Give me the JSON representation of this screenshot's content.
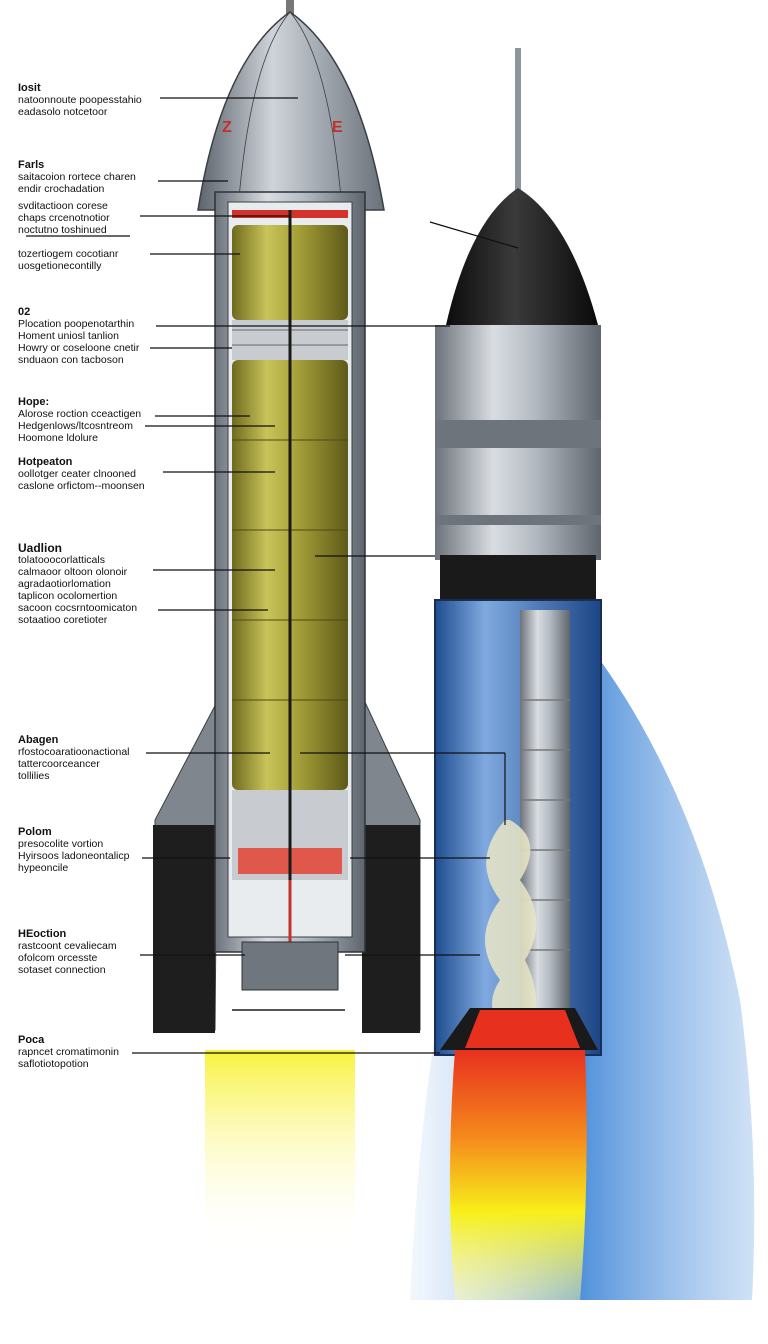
{
  "labels": [
    {
      "head": "Iosit",
      "lines": [
        "natoonnoute poopesstahio",
        "eadasolo notcetoor"
      ]
    },
    {
      "head": "Farls",
      "lines": [
        "saitacoion rortece charen",
        "endir crochadation"
      ]
    },
    {
      "head": "",
      "lines": [
        "svditactioon corese",
        "chaps crcenotnotior",
        "noctutno toshinued"
      ]
    },
    {
      "head": "",
      "lines": [
        "tozertiogem cocotianr",
        "uosgetionecontilly"
      ]
    },
    {
      "head": "02",
      "lines": [
        "Plocation  poopenotarthin",
        "Homent uniosl  tanlion",
        "Howry or coseloone cnetir",
        "snduaon con tacboson"
      ]
    },
    {
      "head": "Hope:",
      "lines": [
        "Alorose roction cceactigen",
        "Hedgenlows/ltcosntreom",
        "Hoomone ldolure"
      ]
    },
    {
      "head": "Hotpeaton",
      "lines": [
        "oollotger ceater clnooned",
        "caslone orfictom--moonsen"
      ]
    },
    {
      "head": "Uadlion",
      "lines": [
        "tolatooocorlatticals",
        "calmaoor oltoon olonoir",
        "agradaotiorlomation",
        "taplicon ocolomertion",
        "sacoon  cocsrntoomicaton",
        "sotaatioo coretioter"
      ]
    },
    {
      "head": "Abagen",
      "lines": [
        "rfostocoaratioonactional",
        "tattercoorceancer",
        "tollilies"
      ]
    },
    {
      "head": "Polom",
      "lines": [
        "presocolite vortion",
        "Hyirsoos ladoneontalicp",
        "hypeoncile"
      ]
    },
    {
      "head": "HEoction",
      "lines": [
        "rastcoont cevaliecam",
        "ofolcom orcesste",
        "sotaset connection"
      ]
    },
    {
      "head": "Poca",
      "lines": [
        "rapncet cromatimonin",
        "saflotiotopotion"
      ]
    }
  ],
  "left_rocket": {
    "nose_marks": [
      "Z",
      "E"
    ]
  },
  "colors": {
    "body_silver": "#a9b0b8",
    "fuel_olive": "#b8b246",
    "nose_black": "#1a1a1a",
    "blue_plume": "#3f86d6",
    "flame_red": "#e8301e",
    "flame_yellow": "#f7f01a"
  }
}
